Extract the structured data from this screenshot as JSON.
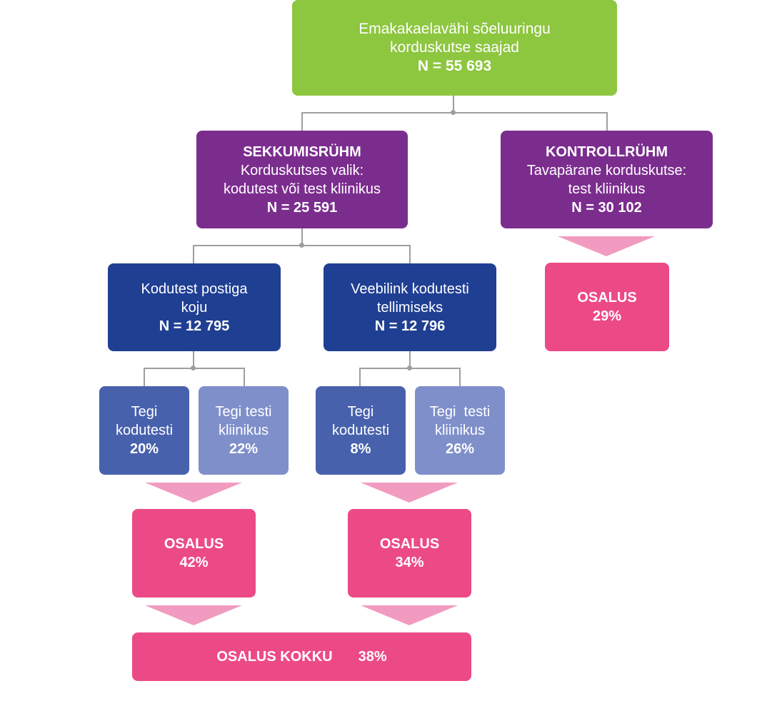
{
  "colors": {
    "green": "#8dc63f",
    "purple": "#7b2d8e",
    "navy": "#1f3f93",
    "blue_mid": "#4761ad",
    "blue_light": "#7f8fca",
    "pink": "#ec4a86",
    "pink_light": "#f29bc0",
    "connector": "#9e9e9e"
  },
  "root": {
    "line1": "Emakakaelavähi sõeluuringu",
    "line2": "korduskutse saajad",
    "n": "N = 55 693"
  },
  "intervention": {
    "title": "SEKKUMISRÜHM",
    "line1": "Korduskutses valik:",
    "line2": "kodutest või test kliinikus",
    "n": "N = 25 591"
  },
  "control": {
    "title": "KONTROLLRÜHM",
    "line1": "Tavapärane korduskutse:",
    "line2": "test kliinikus",
    "n": "N = 30 102",
    "participation": {
      "label": "OSALUS",
      "value": "29%"
    }
  },
  "mail_branch": {
    "line1": "Kodutest postiga",
    "line2": "koju",
    "n": "N = 12 795",
    "home": {
      "line1": "Tegi",
      "line2": "kodutesti",
      "value": "20%"
    },
    "clinic": {
      "line1": "Tegi testi",
      "line2": "kliinikus",
      "value": "22%"
    },
    "participation": {
      "label": "OSALUS",
      "value": "42%"
    }
  },
  "web_branch": {
    "line1": "Veebilink kodutesti",
    "line2": "tellimiseks",
    "n": "N = 12 796",
    "home": {
      "line1": "Tegi",
      "line2": "kodutesti",
      "value": "8%"
    },
    "clinic": {
      "line1": "Tegi  testi",
      "line2": "kliinikus",
      "value": "26%"
    },
    "participation": {
      "label": "OSALUS",
      "value": "34%"
    }
  },
  "total": {
    "label": "OSALUS KOKKU",
    "value": "38%"
  }
}
